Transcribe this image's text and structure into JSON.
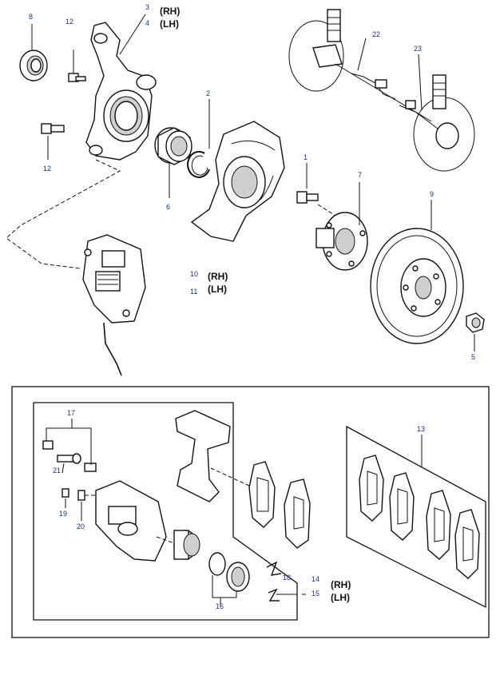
{
  "callouts": {
    "c1": "1",
    "c2": "2",
    "c3": "3",
    "c4": "4",
    "c5": "5",
    "c6": "6",
    "c7": "7",
    "c8": "8",
    "c9": "9",
    "c10": "10",
    "c11": "11",
    "c12a": "12",
    "c12b": "12",
    "c13": "13",
    "c14": "14",
    "c15": "15",
    "c16": "16",
    "c17": "17",
    "c18": "18",
    "c19": "19",
    "c20": "20",
    "c21": "21",
    "c22": "22",
    "c23": "23"
  },
  "side_labels": {
    "rh": "(RH)",
    "lh": "(LH)"
  }
}
